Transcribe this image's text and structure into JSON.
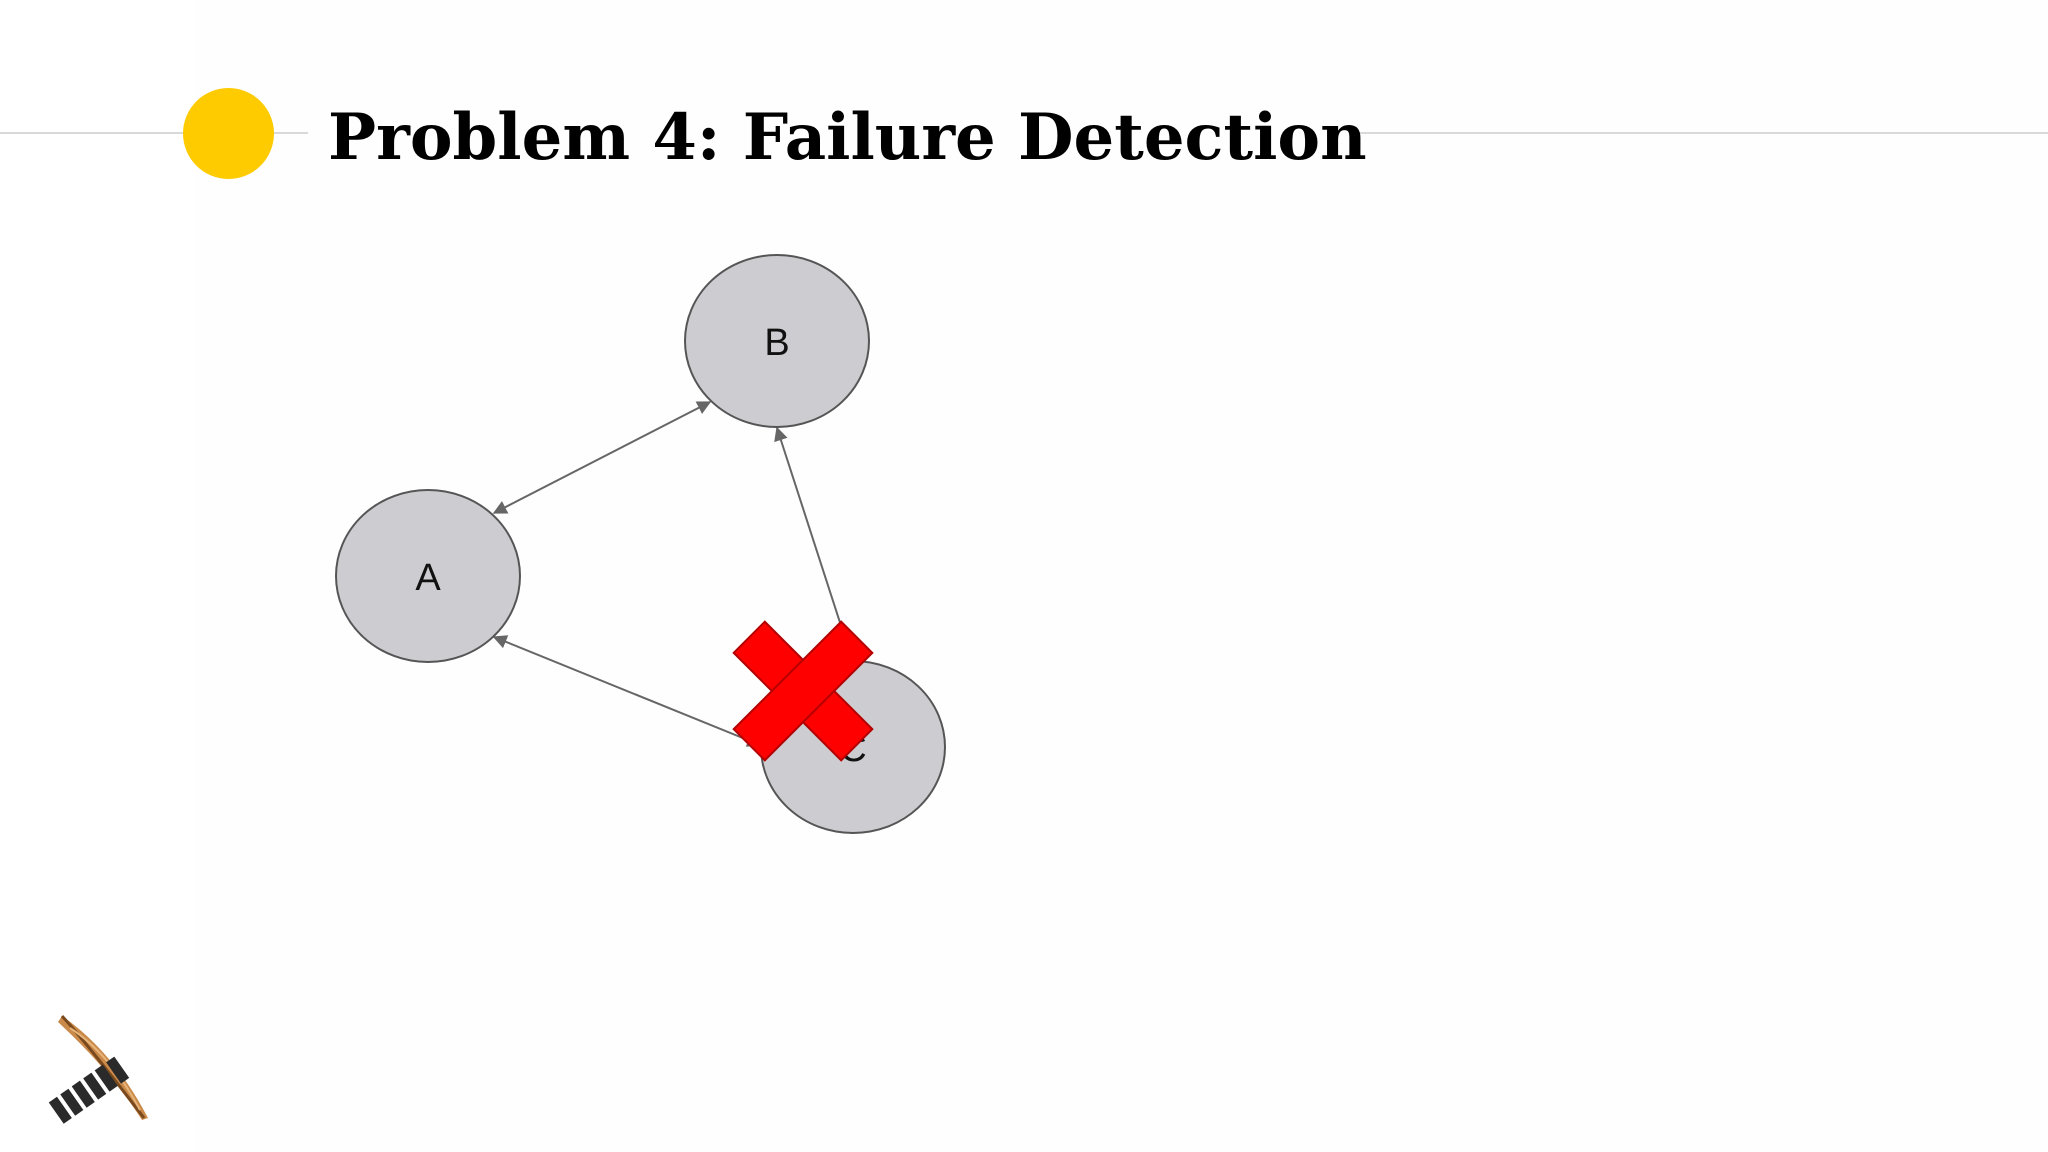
{
  "slide": {
    "title": "Problem 4: Failure Detection",
    "accent_color": "#fdcb00",
    "rule_color": "#d9d9d9"
  },
  "diagram": {
    "nodes": [
      {
        "id": "A",
        "label": "A",
        "status": "alive"
      },
      {
        "id": "B",
        "label": "B",
        "status": "alive"
      },
      {
        "id": "C",
        "label": "C",
        "status": "failed"
      }
    ],
    "edges": [
      {
        "from": "A",
        "to": "B",
        "direction": "both"
      },
      {
        "from": "A",
        "to": "C",
        "direction": "both"
      },
      {
        "from": "C",
        "to": "B",
        "direction": "to"
      }
    ],
    "node_fill": "#cdccd0",
    "node_stroke": "#555555",
    "edge_color": "#666666",
    "failure_marker": {
      "icon": "red-x-icon",
      "color": "#ff0000",
      "on_node": "C"
    }
  },
  "logo": {
    "icon": "feather-logo-icon"
  }
}
